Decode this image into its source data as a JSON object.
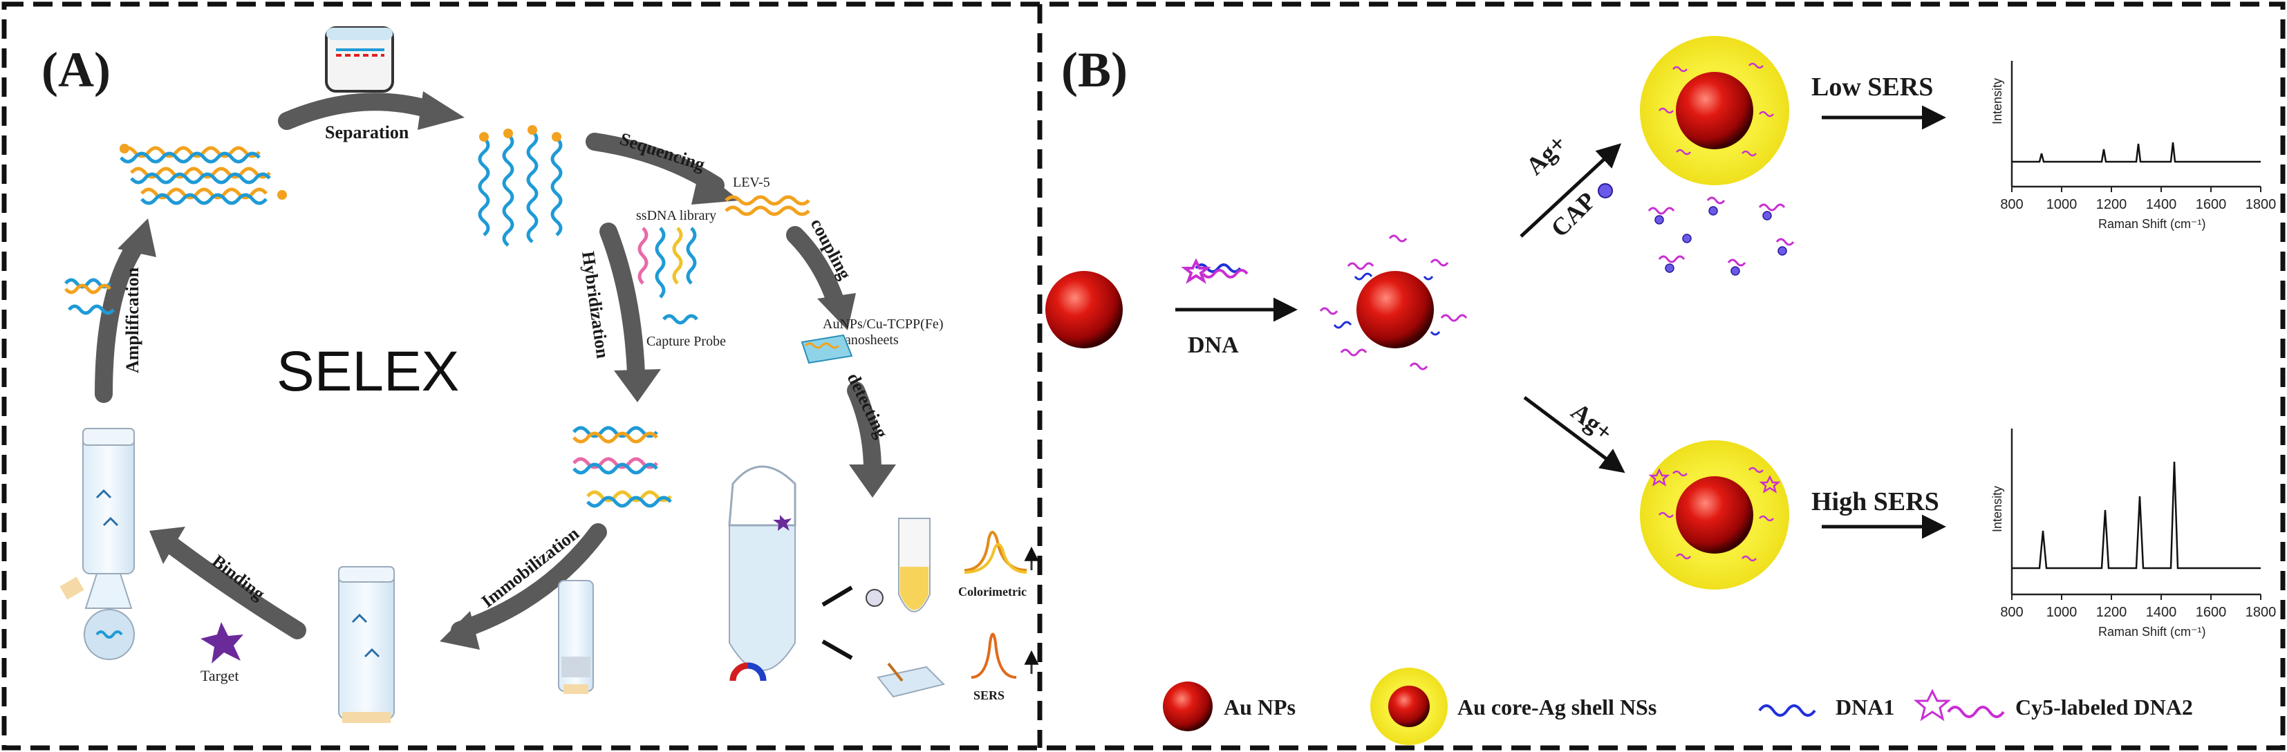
{
  "panel_a": {
    "label": "(A)",
    "center_title": "SELEX",
    "arrows": {
      "separation": "Separation",
      "sequencing": "Sequencing",
      "coupling": "coupling",
      "detecting": "detecting",
      "hybridization": "Hybridization",
      "immobilization": "Immobilization",
      "binding": "Binding",
      "amplification": "Amplification"
    },
    "labels": {
      "lev5": "LEV-5",
      "ssdna_library": "ssDNA library",
      "capture_probe": "Capture Probe",
      "nanosheets_line1": "AuNPs/Cu-TCPP(Fe)",
      "nanosheets_line2": "nanosheets",
      "target": "Target",
      "colorimetric": "Colorimetric",
      "sers": "SERS"
    }
  },
  "panel_b": {
    "label": "(B)",
    "dna_arrow": "DNA",
    "upper_reagent_1": "Ag+",
    "upper_reagent_2": "CAP",
    "lower_reagent": "Ag+",
    "low_sers": "Low SERS",
    "high_sers": "High SERS",
    "spectrum_top": {
      "ylabel": "Intensity",
      "xlabel": "Raman Shift (cm⁻¹)",
      "ticks": [
        "800",
        "1000",
        "1200",
        "1400",
        "1600",
        "1800"
      ]
    },
    "spectrum_bottom": {
      "ylabel": "Intensity",
      "xlabel": "Raman Shift (cm⁻¹)",
      "ticks": [
        "800",
        "1000",
        "1200",
        "1400",
        "1600",
        "1800"
      ]
    },
    "legend": {
      "au_nps": "Au NPs",
      "core_shell": "Au core-Ag shell NSs",
      "dna1": "DNA1",
      "dna2": "Cy5-labeled DNA2"
    }
  },
  "colors": {
    "arrow_gray": "#5a5a5a",
    "dna_blue": "#1f9ad6",
    "dna_orange": "#f2a21e",
    "dna_pink": "#e86aa8",
    "dna_yellow": "#f0c22a",
    "au_red": "#d61a1a",
    "ag_shell": "#f3e91b",
    "dna2_magenta": "#c82fd2",
    "dna1_blue": "#2030d8"
  }
}
